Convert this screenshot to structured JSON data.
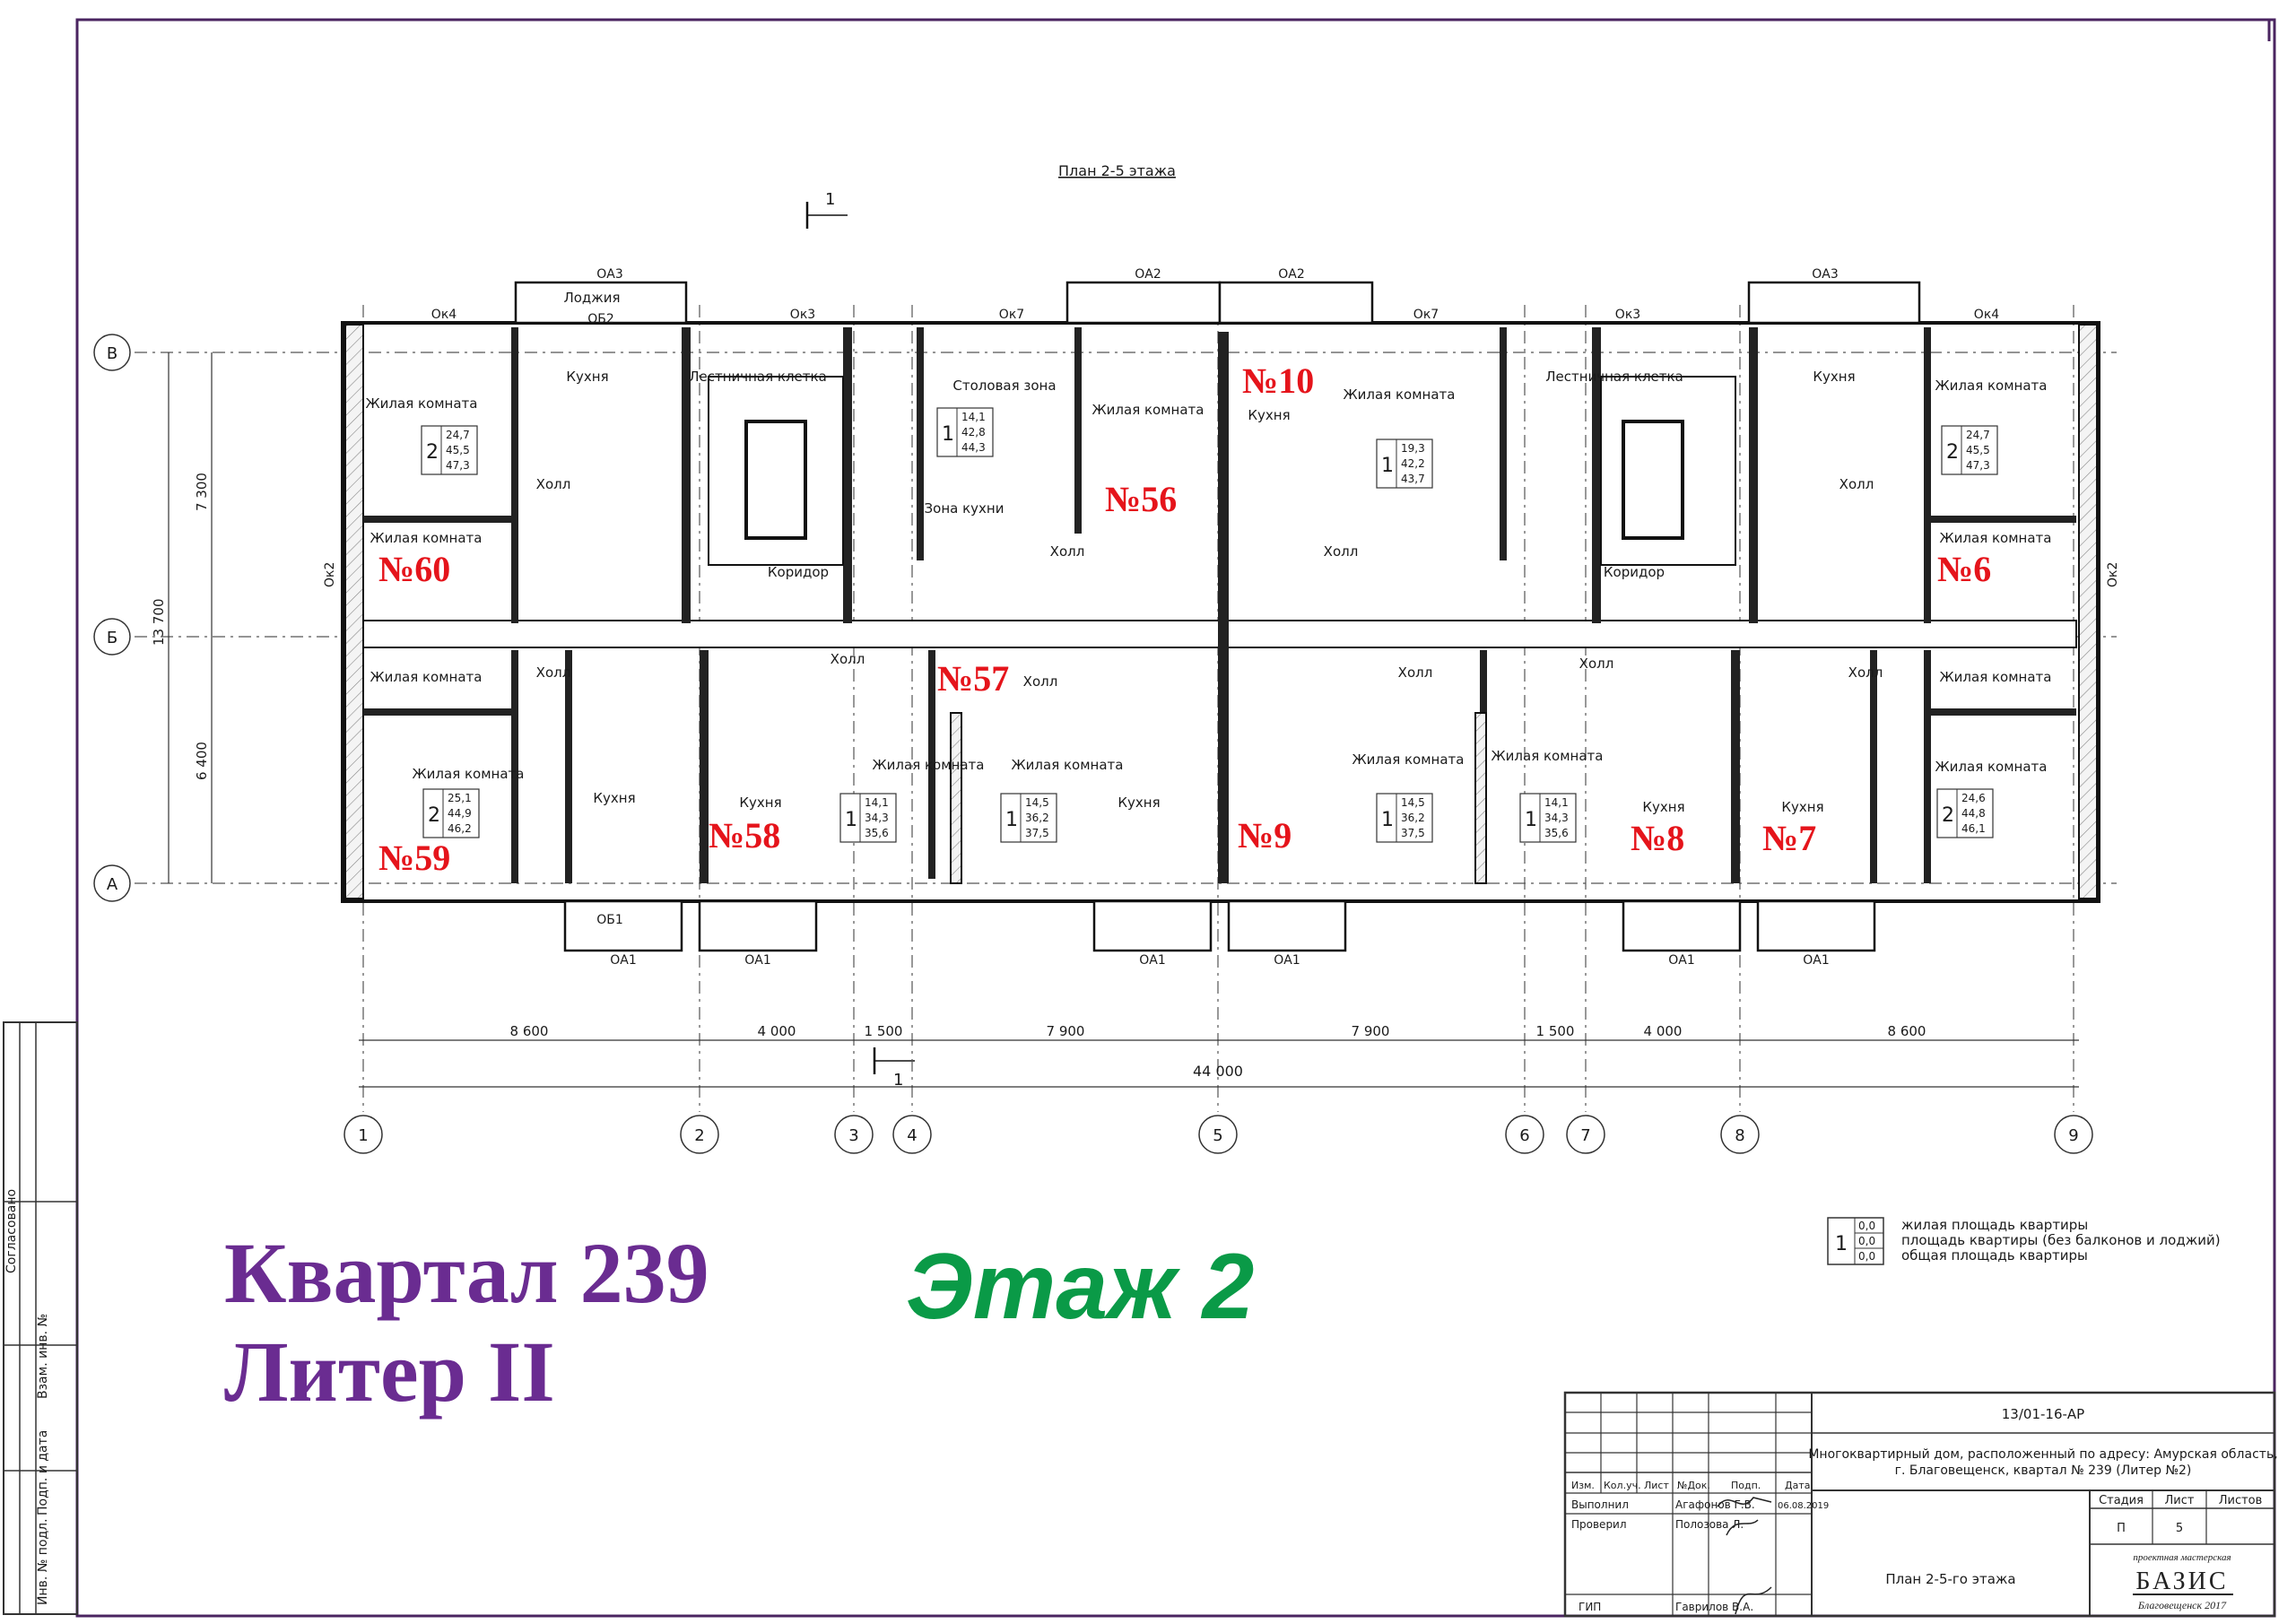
{
  "drawing": {
    "plan_title": "План 2-5 этажа",
    "section_mark": "1",
    "total_dimension": "44 000",
    "top_dims": [
      "7 300",
      "13 700",
      "6 400"
    ],
    "row_axes": [
      "В",
      "Б",
      "А"
    ],
    "col_axes": [
      "1",
      "2",
      "3",
      "4",
      "5",
      "6",
      "7",
      "8",
      "9"
    ],
    "span_dims": [
      "8 600",
      "4 000",
      "1 500",
      "7 900",
      "7 900",
      "1 500",
      "4 000",
      "8 600"
    ],
    "openings_top": [
      "ОА3",
      "ОА2",
      "ОА2",
      "ОА3"
    ],
    "openings_bottom": [
      "ОА1",
      "ОА1",
      "ОА1",
      "ОА1",
      "ОА1",
      "ОА1"
    ],
    "window_marks": [
      "Ок4",
      "Ок3",
      "Ок7",
      "Ок7",
      "Ок3",
      "Ок4",
      "Ок2",
      "Ок2"
    ],
    "balcony_marks": [
      "ОБ2",
      "ОБ1"
    ],
    "room_labels": {
      "living": "Жилая комната",
      "kitchen": "Кухня",
      "hall": "Холл",
      "stair": "Лестничная клетка",
      "corridor": "Коридор",
      "loggia": "Лоджия",
      "dining": "Столовая зона",
      "kitchen_zone": "Зона кухни"
    }
  },
  "apartments": [
    "№60",
    "№59",
    "№58",
    "№57",
    "№56",
    "№10",
    "№9",
    "№8",
    "№7",
    "№6"
  ],
  "area_boxes": [
    {
      "rooms": "2",
      "values": [
        "24,7",
        "45,5",
        "47,3"
      ]
    },
    {
      "rooms": "1",
      "values": [
        "14,1",
        "42,8",
        "44,3"
      ]
    },
    {
      "rooms": "1",
      "values": [
        "19,3",
        "42,2",
        "43,7"
      ]
    },
    {
      "rooms": "2",
      "values": [
        "24,7",
        "45,5",
        "47,3"
      ]
    },
    {
      "rooms": "2",
      "values": [
        "25,1",
        "44,9",
        "46,2"
      ]
    },
    {
      "rooms": "1",
      "values": [
        "14,1",
        "34,3",
        "35,6"
      ]
    },
    {
      "rooms": "1",
      "values": [
        "14,5",
        "36,2",
        "37,5"
      ]
    },
    {
      "rooms": "1",
      "values": [
        "14,5",
        "36,2",
        "37,5"
      ]
    },
    {
      "rooms": "1",
      "values": [
        "14,1",
        "34,3",
        "35,6"
      ]
    },
    {
      "rooms": "2",
      "values": [
        "24,6",
        "44,8",
        "46,1"
      ]
    }
  ],
  "legend": {
    "rooms": "1",
    "values": [
      "0,0",
      "0,0",
      "0,0"
    ],
    "lines": [
      "жилая площадь квартиры",
      "площадь квартиры (без балконов и лоджий)",
      "общая площадь квартиры"
    ]
  },
  "overlay": {
    "title_line1": "Квартал 239",
    "title_line2": "Литер II",
    "floor": "Этаж 2"
  },
  "stamp": {
    "code": "13/01-16-АР",
    "description_line1": "Многоквартирный дом, расположенный по адресу: Амурская область,",
    "description_line2": "г. Благовещенск, квартал № 239 (Литер №2)",
    "headers": [
      "Изм.",
      "Кол.уч.",
      "Лист",
      "№Док.",
      "Подп.",
      "Дата"
    ],
    "rows": [
      {
        "role": "Выполнил",
        "name": "Агафонов Г.В.",
        "date": "06.08.2019"
      },
      {
        "role": "Проверил",
        "name": "Полозова Л.",
        "date": ""
      },
      {
        "role": "ГИП",
        "name": "Гаврилов В.А.",
        "date": ""
      }
    ],
    "stage_headers": [
      "Стадия",
      "Лист",
      "Листов"
    ],
    "stage_values": [
      "П",
      "5",
      ""
    ],
    "sheet_title": "План 2-5-го этажа",
    "firm_small": "проектная мастерская",
    "firm_name": "БАЗИС",
    "firm_city": "Благовещенск 2017"
  },
  "side_stamp": [
    "Согласовано",
    "Взам. инв. №",
    "Подп. и дата",
    "Инв. № подл."
  ]
}
